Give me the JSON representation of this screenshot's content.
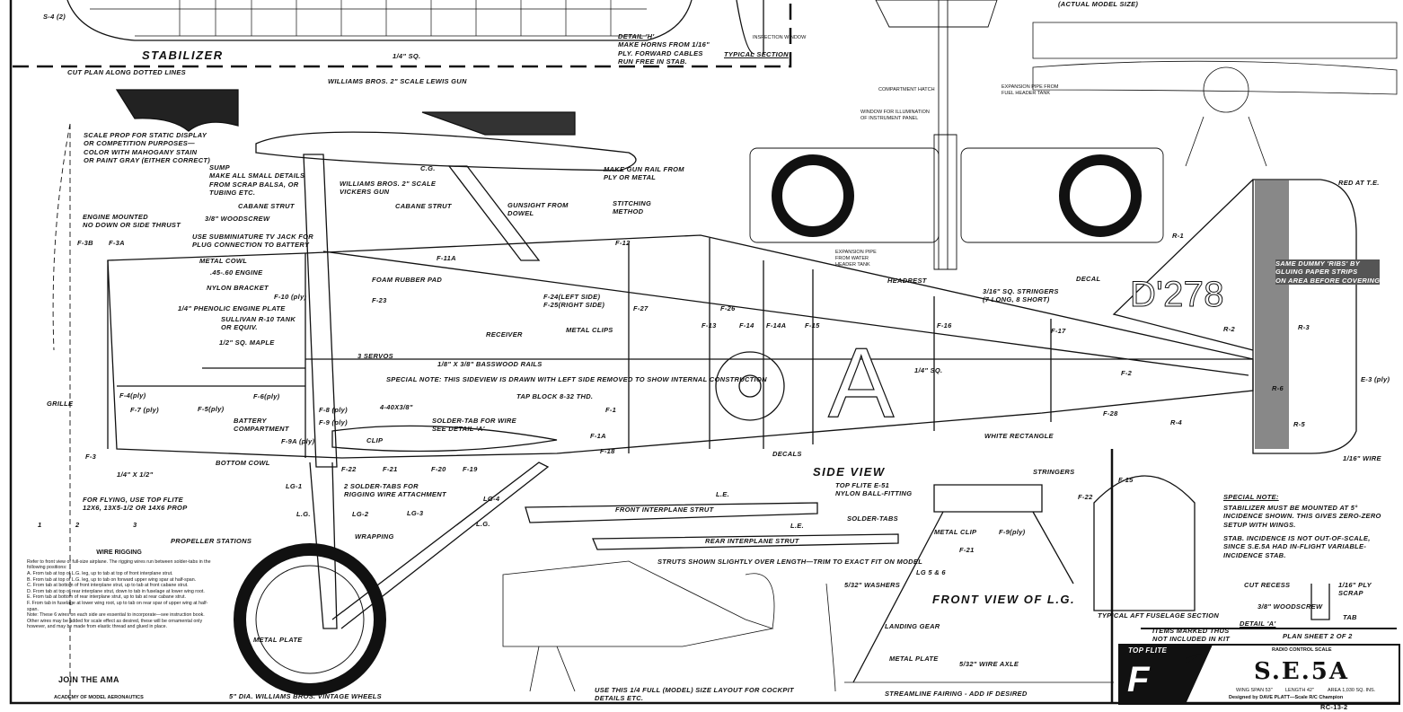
{
  "title_block": {
    "brand": "TOP FLITE",
    "subtitle": "RADIO CONTROL SCALE",
    "model": "S.E.5A",
    "wing_span": "WING SPAN 53\"",
    "length": "LENGTH 42\"",
    "area": "AREA 1,030 SQ. INS.",
    "designer": "Designed by DAVE PLATT—Scale R/C Champion",
    "sheet": "PLAN SHEET 2 OF 2",
    "drawing_number": "RC-13-2"
  },
  "headings": {
    "stabilizer": "STABILIZER",
    "side_view": "SIDE VIEW",
    "front_view_lg": "FRONT VIEW OF L.G.",
    "typical_section": "TYPICAL SECTION",
    "typical_aft": "TYPICAL AFT FUSELAGE SECTION",
    "actual_size": "(ACTUAL MODEL SIZE)"
  },
  "notes": {
    "cut_plan": "CUT PLAN ALONG DOTTED LINES",
    "special_side": "SPECIAL NOTE: THIS SIDEVIEW IS DRAWN WITH LEFT SIDE REMOVED TO SHOW INTERNAL CONSTRUCTION",
    "struts_note": "STRUTS SHOWN SLIGHTLY OVER LENGTH—TRIM TO EXACT FIT ON MODEL",
    "cockpit_note": "USE THIS 1/4 FULL (MODEL) SIZE LAYOUT FOR COCKPIT\nDETAILS ETC.",
    "scale_prop": "SCALE PROP FOR STATIC DISPLAY\nOR COMPETITION PURPOSES—\nCOLOR WITH MAHOGANY STAIN\nOR PAINT GRAY (EITHER CORRECT)",
    "flying_prop": "FOR FLYING, USE TOP FLITE\n12X6, 13X5-1/2 OR 14X6 PROP",
    "propeller_stations": "PROPELLER STATIONS",
    "items_marked": "ITEMS MARKED THUS\nNOT INCLUDED IN KIT",
    "special_heading": "SPECIAL NOTE:",
    "special_stab_1": "STABILIZER MUST BE MOUNTED AT 5°\nINCIDENCE SHOWN. THIS GIVES ZERO-ZERO\nSETUP WITH WINGS.",
    "special_stab_2": "STAB. INCIDENCE IS NOT OUT-OF-SCALE,\nSINCE S.E.5A HAD IN-FLIGHT VARIABLE-\nINCIDENCE STAB.",
    "detail_h": "DETAIL 'H'\nMAKE HORNS FROM 1/16\"\nPLY. FORWARD CABLES\nRUN FREE IN STAB.",
    "join_ama": "JOIN THE AMA",
    "ama_name": "ACADEMY OF MODEL AERONAUTICS",
    "wheels": "5\" DIA. WILLIAMS BROS. VINTAGE WHEELS"
  },
  "wire_rigging": {
    "title": "WIRE RIGGING",
    "intro": "Refer to front view of full-size airplane. The rigging wires run between solder-tabs in the following positions:",
    "items": [
      "A. From tab at top of L.G. leg, up to tab at top of front interplane strut.",
      "B. From tab at top of L.G. leg, up to tab on forward upper wing spar at half-span.",
      "C. From tab at bottom of front interplane strut, up to tab at front cabane strut.",
      "D. From tab at top of rear interplane strut, down to tab in fuselage at lower wing root.",
      "E. From tab at bottom of rear interplane strut, up to tab at rear cabane strut.",
      "F. From tab in fuselage at lower wing root, up to tab on rear spar of upper wing at half-span."
    ],
    "note": "Note: These 6 wires on each side are essential to incorporate—see instruction book. Other wires may be added for scale effect as desired, these will be ornamental only however, and may be made from elastic thread and glued in place."
  },
  "labels": [
    "S-4 (2)",
    "1/4\" SQ.",
    "WILLIAMS BROS. 2\" SCALE LEWIS GUN",
    "SUMP\nMAKE ALL SMALL DETAILS\nFROM SCRAP BALSA, OR\nTUBING ETC.",
    "C.G.",
    "WILLIAMS BROS. 2\" SCALE\nVICKERS GUN",
    "CABANE STRUT",
    "CABANE STRUT",
    "GUNSIGHT FROM\nDOWEL",
    "MAKE GUN RAIL FROM\nPLY OR METAL",
    "STITCHING\nMETHOD",
    "ENGINE MOUNTED\nNO DOWN OR SIDE THRUST",
    "3/8\" WOODSCREW",
    "USE SUBMINIATURE TV JACK FOR\nPLUG CONNECTION TO BATTERY",
    "F-3B",
    "F-3A",
    "METAL COWL",
    ".45-.60 ENGINE",
    "NYLON BRACKET",
    "1/4\" PHENOLIC ENGINE PLATE",
    "SULLIVAN R-10 TANK\nOR EQUIV.",
    "1/2\" SQ. MAPLE",
    "F-10 (ply)",
    "FOAM RUBBER PAD",
    "F-23",
    "F-11A",
    "F-12",
    "F-24(LEFT SIDE)\nF-25(RIGHT SIDE)",
    "F-27",
    "F-26",
    "RECEIVER",
    "METAL CLIPS",
    "3 SERVOS",
    "1/8\" X 3/8\" BASSWOOD RAILS",
    "F-13",
    "F-14",
    "F-14A",
    "F-15",
    "F-16",
    "F-17",
    "HEADREST",
    "3/16\" SQ. STRINGERS\n(7 LONG, 8 SHORT)",
    "DECAL",
    "R-1",
    "R-2",
    "R-3",
    "R-4",
    "R-5",
    "R-6",
    "E-3 (ply)",
    "RED AT T.E.",
    "SAME DUMMY 'RIBS' BY\nGLUING PAPER STRIPS\nON AREA BEFORE COVERING",
    "F-2",
    "F-28",
    "1/4\" SQ.",
    "WHITE RECTANGLE",
    "DECALS",
    "F-1",
    "F-1A",
    "F-18",
    "TAP BLOCK 8-32 THD.",
    "SOLDER-TAB FOR WIRE\nSEE DETAIL 'A'",
    "4-40X3/8\"",
    "CLIP",
    "F-8 (ply)",
    "F-9 (ply)",
    "F-9A (ply)",
    "F-4(ply)",
    "F-6(ply)",
    "F-7 (ply)",
    "F-5(ply)",
    "BATTERY\nCOMPARTMENT",
    "GRILLE",
    "F-3",
    "BOTTOM COWL",
    "1/4\" X 1/2\"",
    "F-22",
    "F-21",
    "F-20",
    "F-19",
    "2 SOLDER-TABS FOR\nRIGGING WIRE ATTACHMENT",
    "LG-1",
    "LG-2",
    "LG-3",
    "LG-4",
    "L.G.",
    "L.G.",
    "WRAPPING",
    "METAL PLATE",
    "FRONT INTERPLANE STRUT",
    "REAR INTERPLANE STRUT",
    "L.E.",
    "L.E.",
    "TOP FLITE E-51\nNYLON BALL-FITTING",
    "SOLDER-TABS",
    "METAL CLIP",
    "F-21",
    "F-9(ply)",
    "F-22",
    "STRINGERS",
    "F-15",
    "LG 5 & 6",
    "5/32\" WASHERS",
    "LANDING GEAR",
    "METAL PLATE",
    "5/32\" WIRE AXLE",
    "STREAMLINE FAIRING - ADD IF DESIRED",
    "1/16\" WIRE",
    "CUT RECESS",
    "1/16\" PLY\nSCRAP",
    "3/8\" WOODSCREW",
    "TAB",
    "DETAIL 'A'",
    "INSPECTION WINDOW",
    "COMPARTMENT HATCH",
    "WINDOW FOR ILLUMINATION\nOF INSTRUMENT PANEL",
    "EXPANSION PIPE FROM\nFUEL HEADER TANK",
    "EXPANSION PIPE\nFROM WATER\nHEADER TANK",
    "1",
    "2",
    "3",
    "D'278",
    "A"
  ]
}
